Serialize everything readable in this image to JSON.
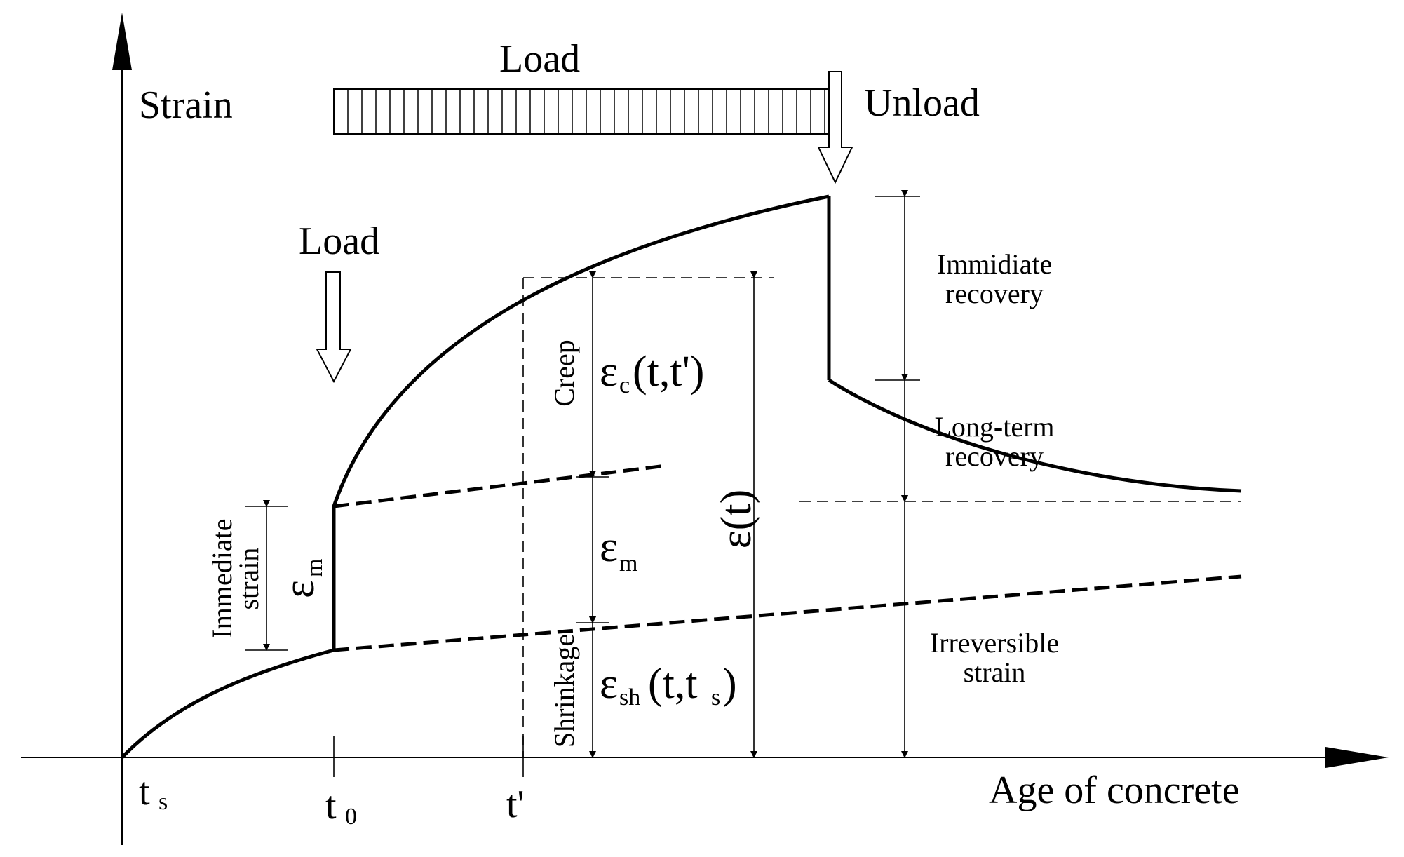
{
  "axes": {
    "y_label": "Strain",
    "x_label": "Age of concrete"
  },
  "ticks": {
    "ts_main": "t",
    "ts_sub": "s",
    "t0_main": "t",
    "t0_sub": "0",
    "tprime": "t'"
  },
  "load_bar": {
    "label": "Load",
    "unload_label": "Unload"
  },
  "load_arrow": {
    "label": "Load"
  },
  "labels": {
    "immediate_strain_line1": "Immediate",
    "immediate_strain_line2": "strain",
    "creep": "Creep",
    "shrinkage": "Shrinkage",
    "immediate_recovery_line1": "Immidiate",
    "immediate_recovery_line2": "recovery",
    "long_term_recovery_line1": "Long-term",
    "long_term_recovery_line2": "recovery",
    "irreversible_line1": "Irreversible",
    "irreversible_line2": "strain"
  },
  "symbols": {
    "eps": "ε",
    "eps_m_sub": "m",
    "eps_c_sub": "c",
    "eps_c_args": "(t,t')",
    "eps_sh_sub": "sh",
    "eps_sh_args_open": "(t,t",
    "eps_sh_args_sub": "s",
    "eps_sh_args_close": ")",
    "eps_total": "ε(t)"
  }
}
